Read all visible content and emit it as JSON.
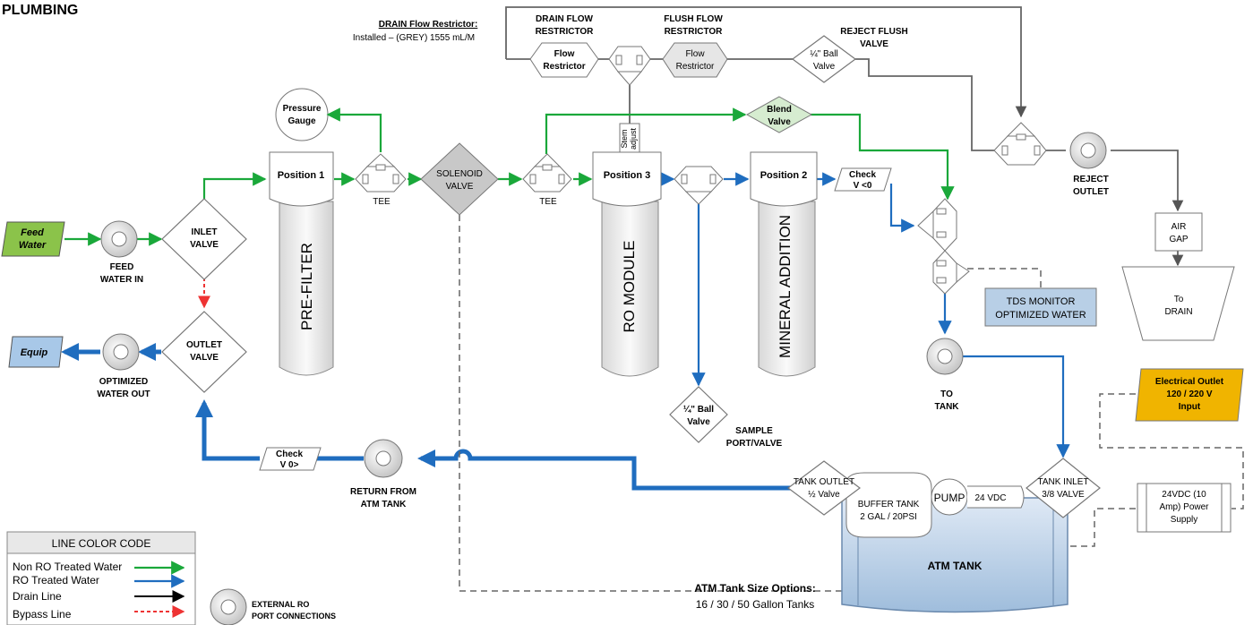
{
  "title": "PLUMBING",
  "drain_restrictor": {
    "heading": "DRAIN Flow Restrictor:",
    "detail": "Installed – (GREY) 1555 mL/M"
  },
  "top_labels": {
    "drain_flow_1": "DRAIN FLOW",
    "drain_flow_2": "RESTRICTOR",
    "flush_flow_1": "FLUSH FLOW",
    "flush_flow_2": "RESTRICTOR",
    "reject_flush_1": "REJECT FLUSH",
    "reject_flush_2": "VALVE"
  },
  "flow_restrictor_1": {
    "line1": "Flow",
    "line2": "Restrictor"
  },
  "flow_restrictor_2": {
    "line1": "Flow",
    "line2": "Restrictor"
  },
  "ball_valve_top": {
    "line1": "¼\" Ball",
    "line2": "Valve"
  },
  "pressure_gauge": {
    "line1": "Pressure",
    "line2": "Gauge"
  },
  "blend_valve": {
    "line1": "Blend",
    "line2": "Valve"
  },
  "stem_adjust": {
    "line1": "Stem",
    "line2": "adjust"
  },
  "feed_water": {
    "line1": "Feed",
    "line2": "Water"
  },
  "feed_water_in": {
    "line1": "FEED",
    "line2": "WATER IN"
  },
  "inlet_valve": {
    "line1": "INLET",
    "line2": "VALVE"
  },
  "outlet_valve": {
    "line1": "OUTLET",
    "line2": "VALVE"
  },
  "equip": "Equip",
  "optimized_water_out": {
    "line1": "OPTIMIZED",
    "line2": "WATER OUT"
  },
  "position1": "Position 1",
  "pre_filter": "PRE-FILTER",
  "tee1": "TEE",
  "tee2": "TEE",
  "solenoid": {
    "line1": "SOLENOID",
    "line2": "VALVE"
  },
  "position3": "Position 3",
  "ro_module": "RO MODULE",
  "position2": "Position 2",
  "mineral_addition": "MINERAL ADDITION",
  "check_top": {
    "line1": "Check",
    "line2": "V <0"
  },
  "check_bottom": {
    "line1": "Check",
    "line2": "V 0>"
  },
  "ball_valve_sample": {
    "line1": "¼\" Ball",
    "line2": "Valve"
  },
  "sample_port": {
    "line1": "SAMPLE",
    "line2": "PORT/VALVE"
  },
  "reject_outlet": {
    "line1": "REJECT",
    "line2": "OUTLET"
  },
  "air_gap": {
    "line1": "AIR",
    "line2": "GAP"
  },
  "to_drain": {
    "line1": "To",
    "line2": "DRAIN"
  },
  "tds_monitor": {
    "line1": "TDS MONITOR",
    "line2": "OPTIMIZED WATER"
  },
  "to_tank": {
    "line1": "TO",
    "line2": "TANK"
  },
  "electrical_outlet": {
    "line1": "Electrical Outlet",
    "line2": "120 / 220 V",
    "line3": "Input"
  },
  "power_supply": {
    "line1": "24VDC (10",
    "line2": "Amp) Power",
    "line3": "Supply"
  },
  "return_from_atm": {
    "line1": "RETURN FROM",
    "line2": "ATM TANK"
  },
  "tank_outlet": {
    "line1": "TANK OUTLET",
    "line2": "½ Valve"
  },
  "tank_inlet": {
    "line1": "TANK INLET",
    "line2": "3/8 VALVE"
  },
  "buffer_tank": {
    "line1": "BUFFER TANK",
    "line2": "2 GAL / 20PSI"
  },
  "pump": "PUMP",
  "pump_voltage": "24 VDC",
  "atm_tank": "ATM TANK",
  "atm_size_options": {
    "heading": "ATM Tank Size Options:",
    "detail": "16 / 30 / 50 Gallon Tanks"
  },
  "legend": {
    "title": "LINE COLOR CODE",
    "items": [
      {
        "label": "Non RO Treated Water",
        "color": "#1aa83a",
        "style": "solid"
      },
      {
        "label": "RO Treated Water",
        "color": "#1f6dbf",
        "style": "solid"
      },
      {
        "label": "Drain Line",
        "color": "#000000",
        "style": "solid"
      },
      {
        "label": "Bypass Line",
        "color": "#e33333",
        "style": "dashed"
      }
    ]
  },
  "external_ro": {
    "line1": "EXTERNAL RO",
    "line2": "PORT CONNECTIONS"
  },
  "colors": {
    "green": "#1aa83a",
    "blue": "#1f6dbf",
    "red": "#e33333",
    "feed_fill": "#8bc34a",
    "equip_fill": "#a8c8e8",
    "outlet_fill": "#f0b400",
    "tank_fill": "#c5d9ee"
  }
}
